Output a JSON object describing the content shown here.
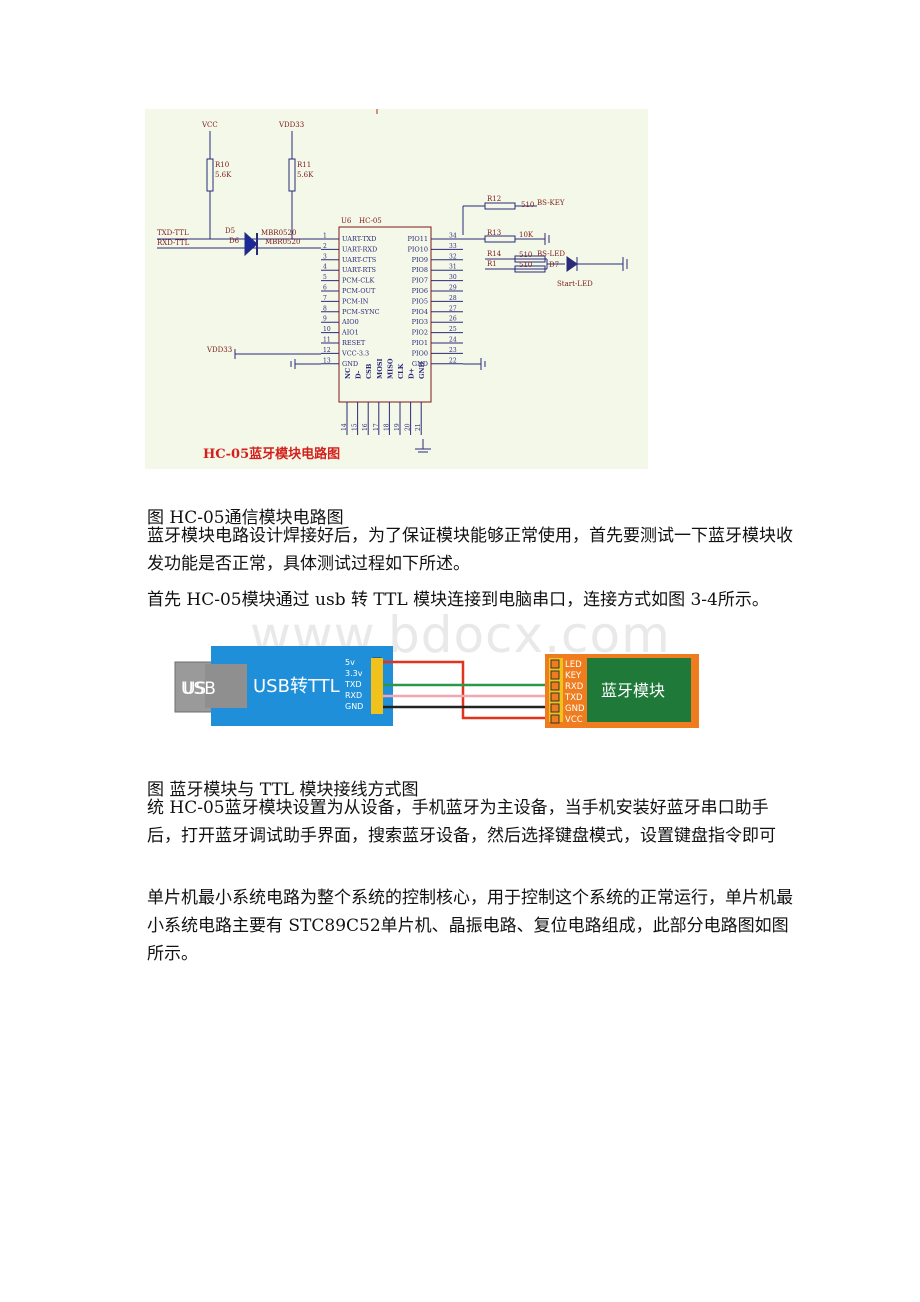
{
  "schematic": {
    "net_vcc": "VCC",
    "net_vdd33_top": "VDD33",
    "r10": "R10",
    "r10_val": "5.6K",
    "r11": "R11",
    "r11_val": "5.6K",
    "txd_ttl": "TXD-TTL",
    "rxd_ttl": "RXD-TTL",
    "d5": "D5",
    "d6": "D6",
    "mbr1": "MBR0520",
    "mbr2": "MBR0520",
    "u6": "U6",
    "hc05": "HC-05",
    "left_pins": [
      {
        "num": "1",
        "name": "UART-TXD"
      },
      {
        "num": "2",
        "name": "UART-RXD"
      },
      {
        "num": "3",
        "name": "UART-CTS"
      },
      {
        "num": "4",
        "name": "UART-RTS"
      },
      {
        "num": "5",
        "name": "PCM-CLK"
      },
      {
        "num": "6",
        "name": "PCM-OUT"
      },
      {
        "num": "7",
        "name": "PCM-IN"
      },
      {
        "num": "8",
        "name": "PCM-SYNC"
      },
      {
        "num": "9",
        "name": "AIO0"
      },
      {
        "num": "10",
        "name": "AIO1"
      },
      {
        "num": "11",
        "name": "RESET"
      },
      {
        "num": "12",
        "name": "VCC-3.3"
      },
      {
        "num": "13",
        "name": "GND"
      }
    ],
    "right_pins": [
      {
        "num": "34",
        "name": "PIO11"
      },
      {
        "num": "33",
        "name": "PIO10"
      },
      {
        "num": "32",
        "name": "PIO9"
      },
      {
        "num": "31",
        "name": "PIO8"
      },
      {
        "num": "30",
        "name": "PIO7"
      },
      {
        "num": "29",
        "name": "PIO6"
      },
      {
        "num": "28",
        "name": "PIO5"
      },
      {
        "num": "27",
        "name": "PIO4"
      },
      {
        "num": "26",
        "name": "PIO3"
      },
      {
        "num": "25",
        "name": "PIO2"
      },
      {
        "num": "24",
        "name": "PIO1"
      },
      {
        "num": "23",
        "name": "PIO0"
      },
      {
        "num": "22",
        "name": "GND"
      }
    ],
    "bottom_pins": [
      {
        "num": "14",
        "name": "NC"
      },
      {
        "num": "15",
        "name": "D-"
      },
      {
        "num": "16",
        "name": "CSB"
      },
      {
        "num": "17",
        "name": "MOSI"
      },
      {
        "num": "18",
        "name": "MISO"
      },
      {
        "num": "19",
        "name": "CLK"
      },
      {
        "num": "20",
        "name": "D+"
      },
      {
        "num": "21",
        "name": "GND"
      }
    ],
    "r12": "R12",
    "r12_val": "510",
    "bs_key": "BS-KEY",
    "r13": "R13",
    "r13_val": "10K",
    "r14": "R14",
    "r14_val": "510",
    "bs_led": "BS-LED",
    "r1": "R1",
    "r1_val": "510",
    "d7": "D7",
    "start_led": "Start-LED",
    "vdd33_left": "VDD33",
    "title": "HC-05蓝牙模块电路图"
  },
  "caption1": "图 HC-05通信模块电路图",
  "para1": "蓝牙模块电路设计焊接好后，为了保证模块能够正常使用，首先要测试一下蓝牙模块收发功能是否正常，具体测试过程如下所述。",
  "para2": "首先 HC-05模块通过 usb 转 TTL 模块连接到电脑串口，连接方式如图 3-4所示。",
  "watermark": "www.bdocx.com",
  "wiring": {
    "usb_plug": "USB",
    "usb_ttl": "USB转TTL",
    "ttl_pins": [
      "5v",
      "3.3v",
      "TXD",
      "RXD",
      "GND"
    ],
    "bt_pins": [
      "LED",
      "KEY",
      "RXD",
      "TXD",
      "GND",
      "VCC"
    ],
    "bt_module": "蓝牙模块",
    "colors": {
      "blue": "#1e8fd8",
      "orange": "#ef7d1f",
      "green": "#1f7a3a",
      "wire_red": "#e2331c",
      "wire_green": "#2a9a4a",
      "wire_pink": "#f2a6b0",
      "wire_black": "#222222"
    }
  },
  "caption2": "图 蓝牙模块与 TTL 模块接线方式图",
  "para3": "统 HC-05蓝牙模块设置为从设备，手机蓝牙为主设备，当手机安装好蓝牙串口助手后，打开蓝牙调试助手界面，搜索蓝牙设备，然后选择键盘模式，设置键盘指令即可",
  "para4": "单片机最小系统电路为整个系统的控制核心，用于控制这个系统的正常运行，单片机最小系统电路主要有 STC89C52单片机、晶振电路、复位电路组成，此部分电路图如图所示。"
}
